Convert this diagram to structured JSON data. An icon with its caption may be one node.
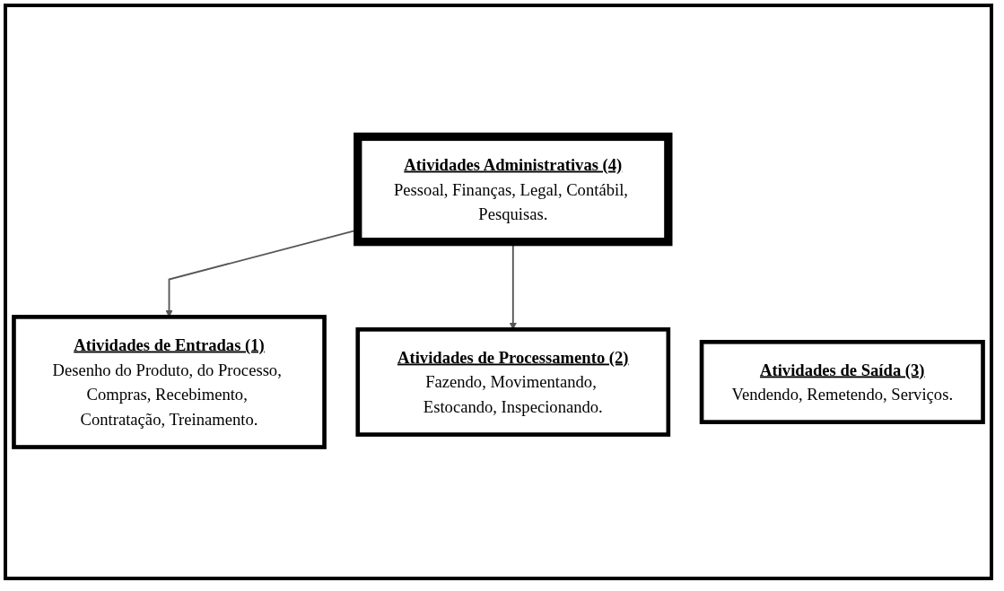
{
  "diagram": {
    "nodes": [
      {
        "text": [
          "Atividades Administrativas (4)",
          "Pessoal, Finanças, Legal, Contábil, Pesquisas."
        ]
      },
      {
        "text": [
          "Atividades de Entradas (1)",
          "Desenho do Produto, do Processo, Compras, Recebimento, Contratação, Treinamento."
        ]
      },
      {
        "text": [
          "Atividades de Processamento (2)",
          "Fazendo, Movimentando, Estocando, Inspecionando."
        ]
      },
      {
        "text": [
          "Atividades de Saída (3)",
          "Vendendo, Remetendo, Serviços."
        ]
      }
    ],
    "edges": [
      {
        "from": 0,
        "to": 1,
        "arrow": "to"
      },
      {
        "from": 0,
        "to": 2,
        "arrow": "to"
      }
    ]
  }
}
